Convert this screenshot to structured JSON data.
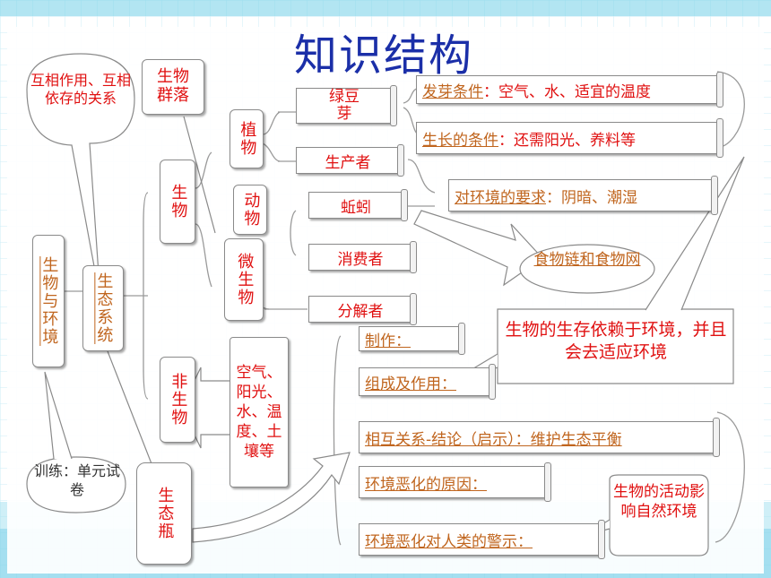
{
  "title": "知识结构",
  "callouts": {
    "relation": "互相作用、互相依存的关系",
    "training": "训练：单元试卷",
    "dependency": "生物的生存依赖于环境，并且会去适应环境",
    "influence": "生物的活动影响自然环境",
    "food_chain": "食物链和食物网"
  },
  "nodes": {
    "root": "生物与环境",
    "ecosystem": "生态系统",
    "community": "生物群落",
    "organism": "生物",
    "nonliving": "非生物",
    "plant": "植物",
    "animal": "动物",
    "microbe": "微生物",
    "mungbean": "绿豆芽",
    "producer": "生产者",
    "earthworm": "蚯蚓",
    "consumer": "消费者",
    "decomposer": "分解者",
    "factors": "空气、阳光、水、温度、土壤等",
    "bottle": "生态瓶"
  },
  "rows": {
    "germination_label": "发芽条件",
    "germination_text": "：空气、水、适宜的温度",
    "growth_label": "生长的条件",
    "growth_text": "：还需阳光、养料等",
    "env_req_label": "对环境的要求",
    "env_req_text": "：阴暗、潮湿",
    "make": "制作：",
    "composition": "组成及作用：",
    "mutual": "相互关系-结论（启示）：维护生态平衡",
    "deterioration_cause": "环境恶化的原因：",
    "warning": "环境恶化对人类的警示："
  },
  "colors": {
    "title": "#1b2fa8",
    "node_text": "#e01010",
    "link_text": "#c0651e",
    "callout_text": "#e01010",
    "relation_green": "#1a7a3a",
    "training_text": "#333333",
    "background_accent": "#4fc3e0"
  }
}
